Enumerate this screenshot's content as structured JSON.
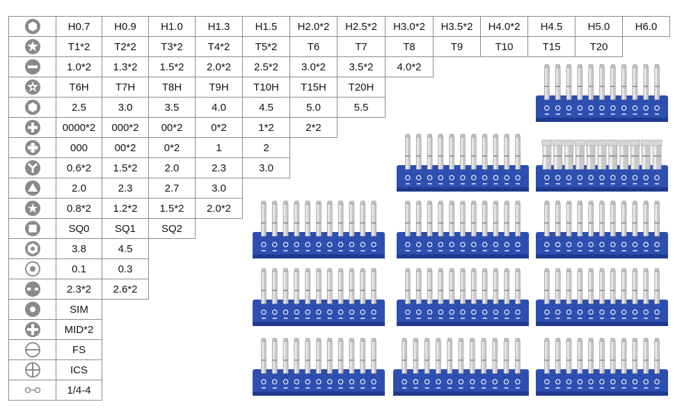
{
  "rows": [
    {
      "icon": "hex-socket-icon",
      "cells": [
        "H0.7",
        "H0.9",
        "H1.0",
        "H1.3",
        "H1.5",
        "H2.0*2",
        "H2.5*2",
        "H3.0*2",
        "H3.5*2",
        "H4.0*2",
        "H4.5",
        "H5.0",
        "H6.0"
      ]
    },
    {
      "icon": "torx-icon",
      "cells": [
        "T1*2",
        "T2*2",
        "T3*2",
        "T4*2",
        "T5*2",
        "T6",
        "T7",
        "T8",
        "T9",
        "T10",
        "T15",
        "T20"
      ]
    },
    {
      "icon": "slotted-icon",
      "cells": [
        "1.0*2",
        "1.3*2",
        "1.5*2",
        "2.0*2",
        "2.5*2",
        "3.0*2",
        "3.5*2",
        "4.0*2"
      ]
    },
    {
      "icon": "torx-security-icon",
      "cells": [
        "T6H",
        "T7H",
        "T8H",
        "T9H",
        "T10H",
        "T15H",
        "T20H"
      ]
    },
    {
      "icon": "hex-icon",
      "cells": [
        "2.5",
        "3.0",
        "3.5",
        "4.0",
        "4.5",
        "5.0",
        "5.5"
      ]
    },
    {
      "icon": "phillips-icon",
      "cells": [
        "0000*2",
        "000*2",
        "00*2",
        "0*2",
        "1*2",
        "2*2"
      ]
    },
    {
      "icon": "pozidriv-icon",
      "cells": [
        "000",
        "00*2",
        "0*2",
        "1",
        "2"
      ]
    },
    {
      "icon": "tri-wing-icon",
      "cells": [
        "0.6*2",
        "1.5*2",
        "2.0",
        "2.3",
        "3.0"
      ]
    },
    {
      "icon": "triangle-icon",
      "cells": [
        "2.0",
        "2.3",
        "2.7",
        "3.0"
      ]
    },
    {
      "icon": "pentalobe-icon",
      "cells": [
        "0.8*2",
        "1.2*2",
        "1.5*2",
        "2.0*2"
      ]
    },
    {
      "icon": "square-icon",
      "cells": [
        "SQ0",
        "SQ1",
        "SQ2"
      ]
    },
    {
      "icon": "hex-nut-icon",
      "cells": [
        "3.8",
        "4.5"
      ]
    },
    {
      "icon": "pin-icon",
      "cells": [
        "0.1",
        "0.3"
      ]
    },
    {
      "icon": "spanner-icon",
      "cells": [
        "2.3*2",
        "2.6*2"
      ]
    },
    {
      "icon": "sim-icon",
      "cells": [
        "SIM"
      ]
    },
    {
      "icon": "mid-icon",
      "cells": [
        "MID*2"
      ]
    },
    {
      "icon": "flat-icon",
      "cells": [
        "FS"
      ]
    },
    {
      "icon": "cross-icon",
      "cells": [
        "ICS"
      ]
    },
    {
      "icon": "extension-icon",
      "cells": [
        "1/4-4"
      ]
    }
  ],
  "colors": {
    "tray": "#2e4fb0",
    "tray_dark": "#1f3a8f",
    "bit": "#c9c9c9",
    "bit_light": "#ececec",
    "border": "#8a8a8a"
  }
}
